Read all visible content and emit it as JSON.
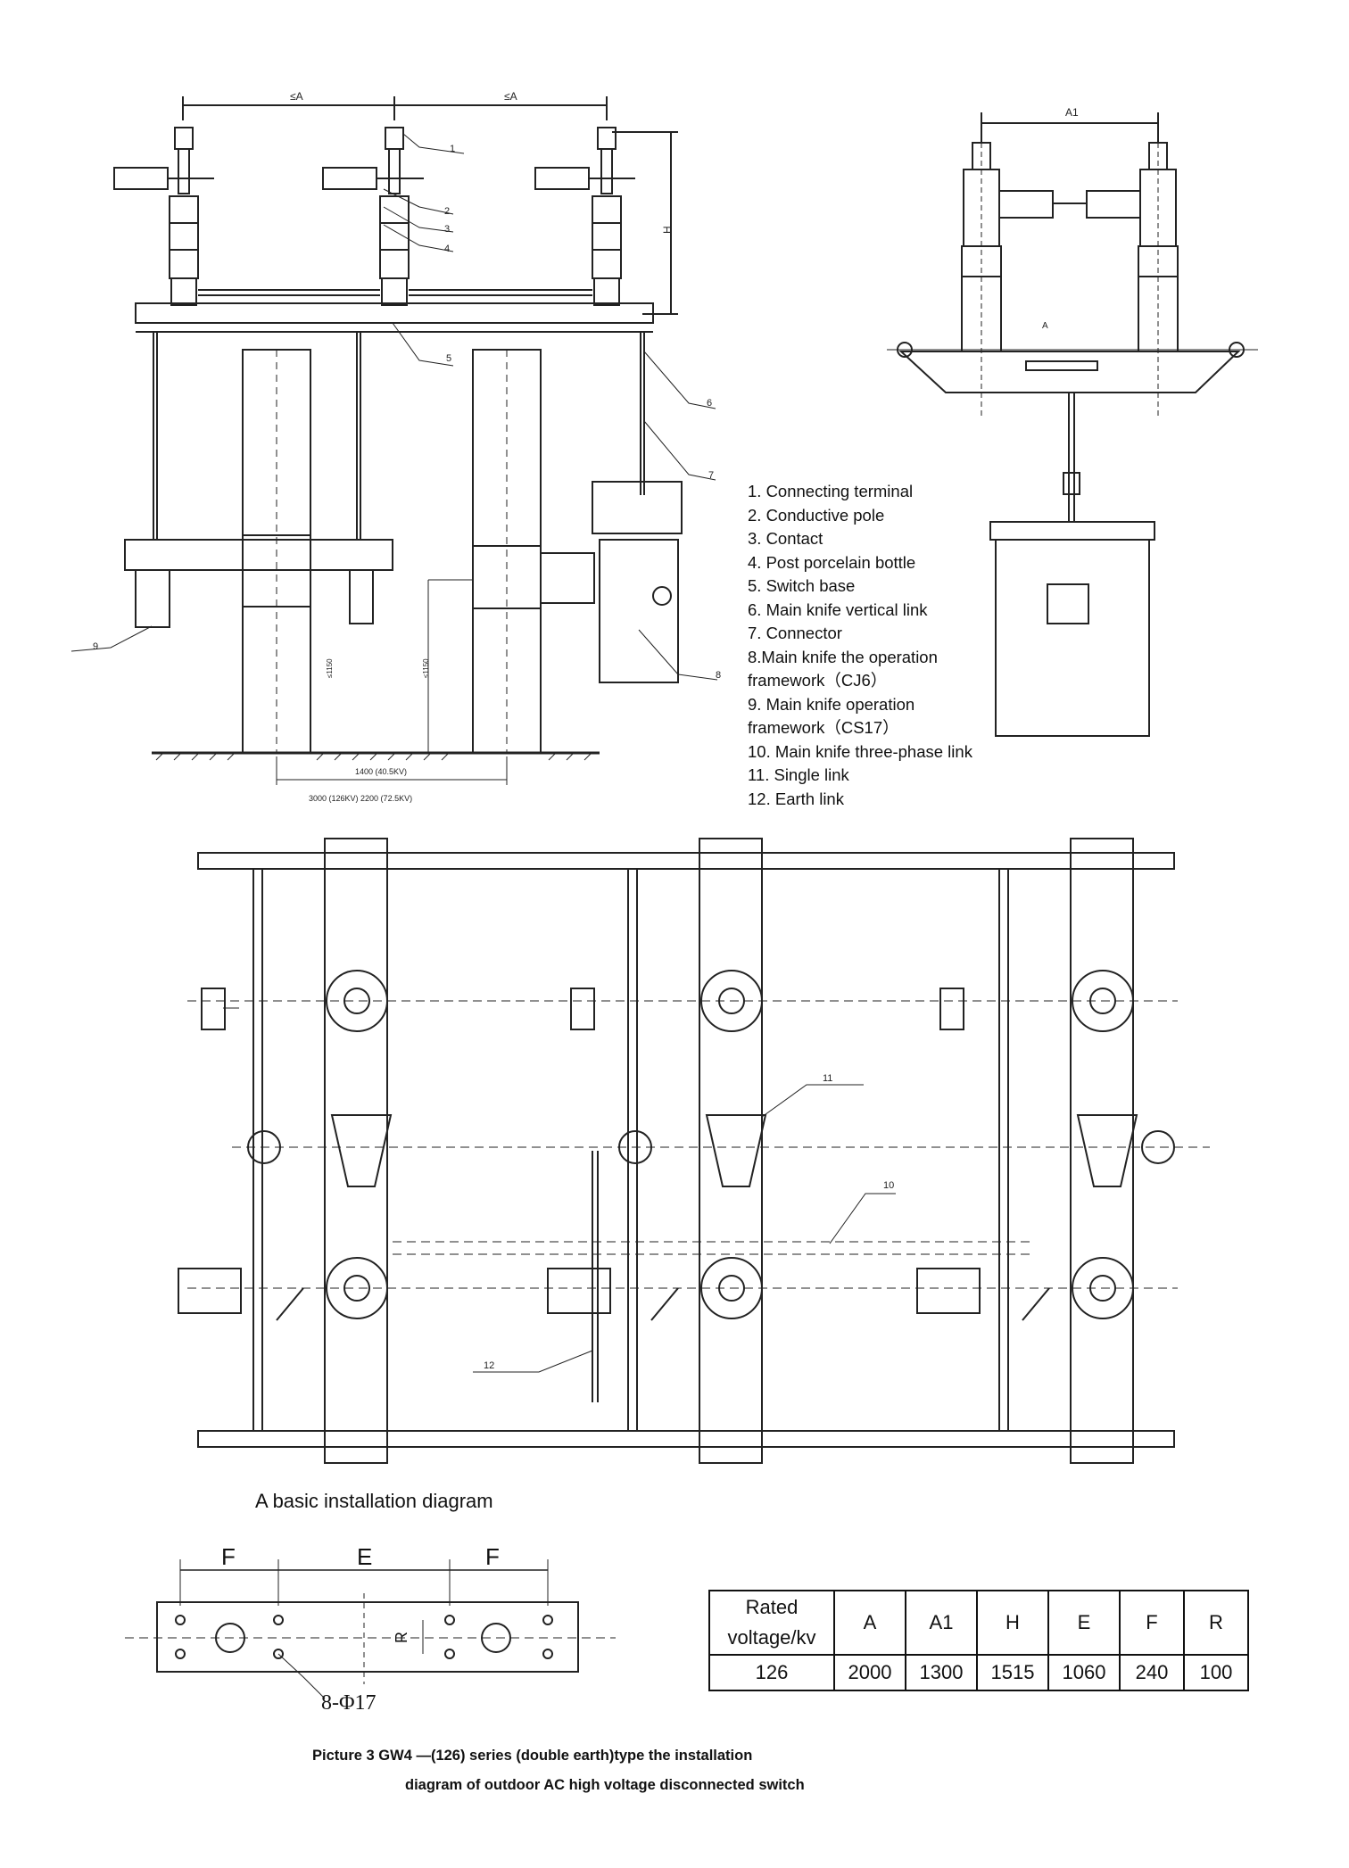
{
  "top_dimensions": {
    "a_left": "≤A",
    "a_right": "≤A",
    "h": "H",
    "a1": "A1",
    "arrow": "A"
  },
  "ground_dimensions": {
    "span_40kv": "1400 (40.5KV)",
    "span_126kv": "3000 (126KV) 2200 (72.5KV)",
    "height_1": "≤1150",
    "height_2": "≤1150"
  },
  "callouts": [
    "1",
    "2",
    "3",
    "4",
    "5",
    "6",
    "7",
    "8",
    "9",
    "10",
    "11",
    "12"
  ],
  "legend": [
    "1. Connecting terminal",
    "2. Conductive pole",
    "3. Contact",
    "4. Post porcelain bottle",
    "5. Switch base",
    "6. Main knife vertical link",
    "7. Connector",
    "8.Main knife the operation",
    "framework（CJ6）",
    "9. Main knife operation",
    " framework（CS17）",
    "10. Main knife three-phase link",
    "11. Single link",
    "12. Earth link"
  ],
  "subtitle": "A basic installation diagram",
  "base_plate": {
    "f_left": "F",
    "e": "E",
    "f_right": "F",
    "r": "R",
    "holes": "8-Φ17"
  },
  "spec_table": {
    "headers": [
      "Rated voltage/kv",
      "A",
      "A1",
      "H",
      "E",
      "F",
      "R"
    ],
    "rows": [
      [
        "126",
        "2000",
        "1300",
        "1515",
        "1060",
        "240",
        "100"
      ]
    ]
  },
  "caption": {
    "line1": "Picture 3   GW4 —(126) series (double earth)type the installation",
    "line2": "diagram of outdoor AC high voltage disconnected switch"
  }
}
